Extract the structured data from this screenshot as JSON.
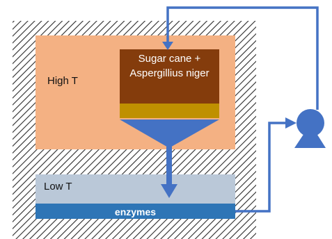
{
  "chambers": {
    "high_temperature_label": "High T",
    "low_temperature_label": "Low T"
  },
  "reactor": {
    "contents_label": "Sugar cane + Aspergillius niger"
  },
  "outlet": {
    "product_label": "enzymes"
  },
  "colors": {
    "hatch_line": "#2b2b2b",
    "high_temperature_zone": "#f4b183",
    "low_temperature_zone": "#bac8d8",
    "reactor_fill": "#843c0c",
    "sediment_band": "#bf9000",
    "flow_blue": "#4472c4",
    "enzyme_band": "#2e75b6"
  },
  "icons": {
    "pump": "pump-icon",
    "flow_arrows": "arrow-icon"
  }
}
